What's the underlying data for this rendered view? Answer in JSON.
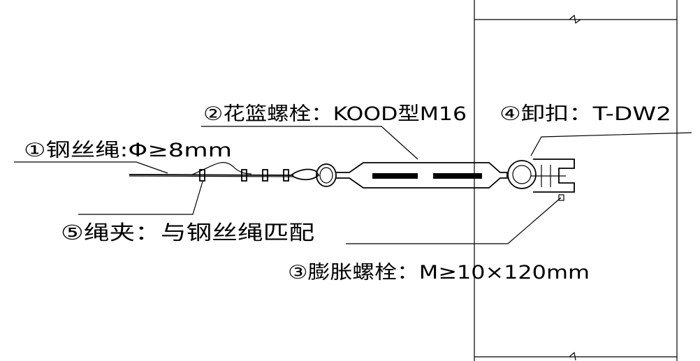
{
  "labels": {
    "wire_rope": "①钢丝绳:Φ≥8mm",
    "turnbuckle": "②花篮螺栓：KOOD型M16",
    "shackle": "④卸扣：T-DW2",
    "rope_clip": "⑤绳夹：与钢丝绳匹配",
    "expansion_bolt": "③膨胀螺栓：M≥10×120mm"
  }
}
